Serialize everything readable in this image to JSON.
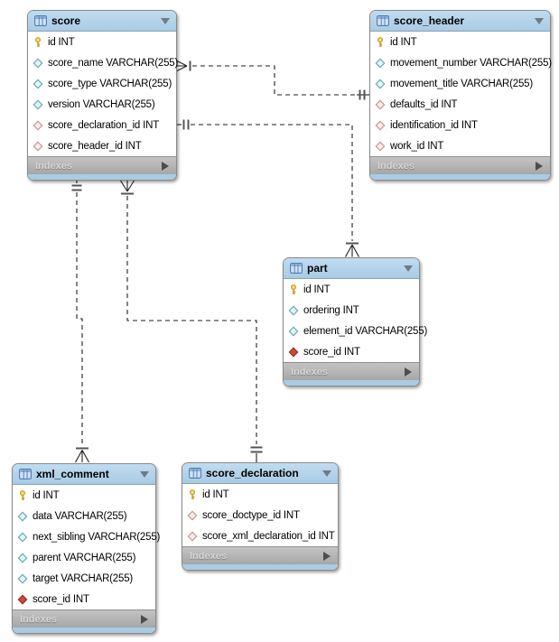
{
  "diagram_type": "EER database schema diagram",
  "colors": {
    "table_header_blue": "#aecfe7",
    "table_bottom_strip_blue": "#a9cce4",
    "footer_gray": "#b1b1b1",
    "footer_text": "#d8d8d8",
    "primary_key_yellow": "#f3cc45",
    "column_diamond_teal": "#5fa8ad",
    "foreign_key_diamond_pink": "#c98f8f",
    "foreign_key_notnull_red": "#cd4a3b",
    "relationship_line": "#1f1f1f"
  },
  "tables": [
    {
      "key": "score",
      "title": "score",
      "footer": "Indexes",
      "columns": [
        {
          "icon": "primary-key-icon",
          "label": "id INT"
        },
        {
          "icon": "column-icon",
          "label": "score_name VARCHAR(255)"
        },
        {
          "icon": "column-icon",
          "label": "score_type VARCHAR(255)"
        },
        {
          "icon": "column-icon",
          "label": "version VARCHAR(255)"
        },
        {
          "icon": "foreign-key-icon",
          "label": "score_declaration_id INT"
        },
        {
          "icon": "foreign-key-icon",
          "label": "score_header_id INT"
        }
      ]
    },
    {
      "key": "score_header",
      "title": "score_header",
      "footer": "Indexes",
      "columns": [
        {
          "icon": "primary-key-icon",
          "label": "id INT"
        },
        {
          "icon": "column-icon",
          "label": "movement_number VARCHAR(255)"
        },
        {
          "icon": "column-icon",
          "label": "movement_title VARCHAR(255)"
        },
        {
          "icon": "foreign-key-icon",
          "label": "defaults_id INT"
        },
        {
          "icon": "foreign-key-icon",
          "label": "identification_id INT"
        },
        {
          "icon": "foreign-key-icon",
          "label": "work_id INT"
        }
      ]
    },
    {
      "key": "part",
      "title": "part",
      "footer": "Indexes",
      "columns": [
        {
          "icon": "primary-key-icon",
          "label": "id INT"
        },
        {
          "icon": "column-icon",
          "label": "ordering INT"
        },
        {
          "icon": "column-icon",
          "label": "element_id VARCHAR(255)"
        },
        {
          "icon": "foreign-key-notnull-icon",
          "label": "score_id INT"
        }
      ]
    },
    {
      "key": "xml_comment",
      "title": "xml_comment",
      "footer": "Indexes",
      "columns": [
        {
          "icon": "primary-key-icon",
          "label": "id INT"
        },
        {
          "icon": "column-icon",
          "label": "data VARCHAR(255)"
        },
        {
          "icon": "column-icon",
          "label": "next_sibling VARCHAR(255)"
        },
        {
          "icon": "column-icon",
          "label": "parent VARCHAR(255)"
        },
        {
          "icon": "column-icon",
          "label": "target VARCHAR(255)"
        },
        {
          "icon": "foreign-key-notnull-icon",
          "label": "score_id INT"
        }
      ]
    },
    {
      "key": "score_declaration",
      "title": "score_declaration",
      "footer": "Indexes",
      "columns": [
        {
          "icon": "primary-key-icon",
          "label": "id INT"
        },
        {
          "icon": "foreign-key-icon",
          "label": "score_doctype_id INT"
        },
        {
          "icon": "foreign-key-icon",
          "label": "score_xml_declaration_id INT"
        }
      ]
    }
  ],
  "relationships": [
    {
      "from_table": "score",
      "from_end": "many (crow's foot)",
      "to_table": "score_header",
      "to_end": "one (double bar)",
      "line_style": "dashed"
    },
    {
      "from_table": "score",
      "from_end": "one (double bar)",
      "to_table": "part",
      "to_end": "many (crow's foot)",
      "line_style": "dashed"
    },
    {
      "from_table": "score",
      "from_end": "one (double bar)",
      "to_table": "xml_comment",
      "to_end": "many (crow's foot)",
      "line_style": "dashed"
    },
    {
      "from_table": "score",
      "from_end": "many (crow's foot)",
      "to_table": "score_declaration",
      "to_end": "one (double bar)",
      "line_style": "dashed"
    }
  ]
}
